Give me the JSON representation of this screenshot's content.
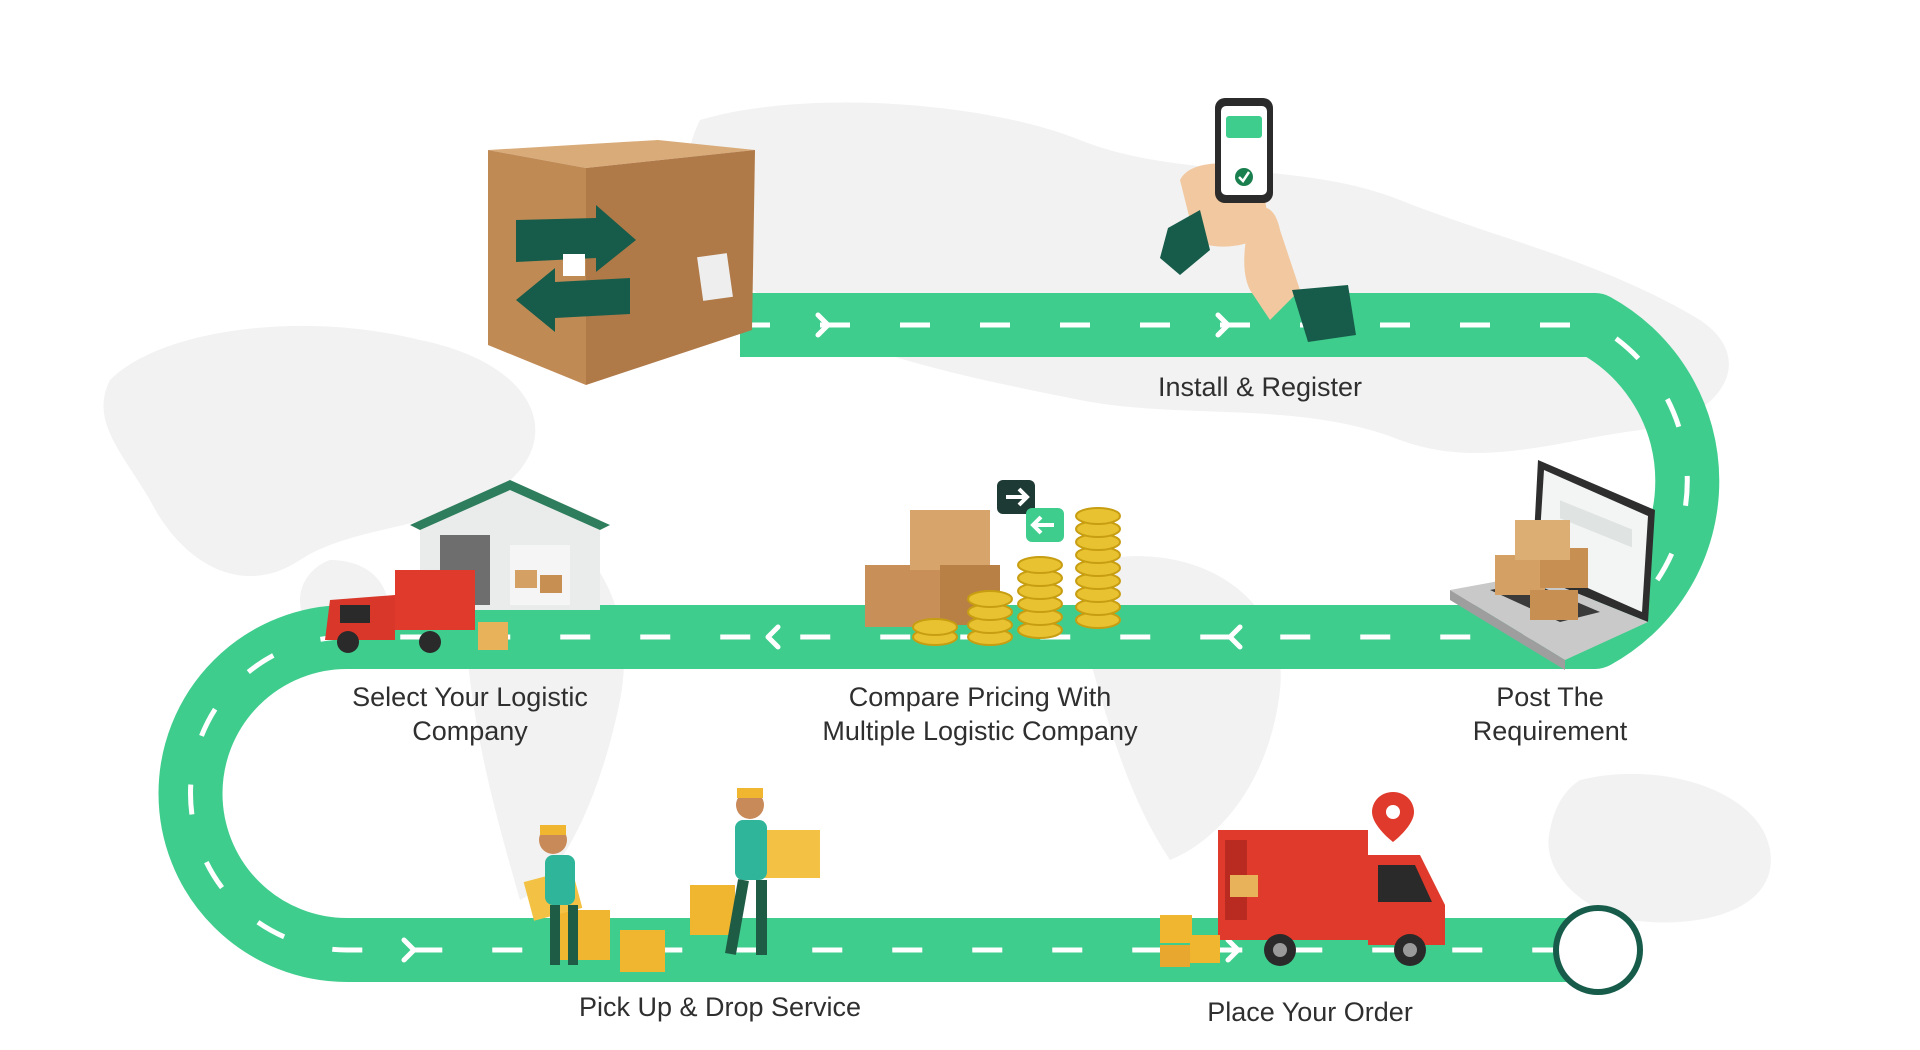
{
  "steps": [
    {
      "id": "install",
      "lines": [
        "Install & Register"
      ]
    },
    {
      "id": "post",
      "lines": [
        "Post The",
        "Requirement"
      ]
    },
    {
      "id": "compare",
      "lines": [
        "Compare Pricing With",
        "Multiple Logistic Company"
      ]
    },
    {
      "id": "select",
      "lines": [
        "Select Your Logistic",
        "Company"
      ]
    },
    {
      "id": "pickup",
      "lines": [
        "Pick Up & Drop Service"
      ]
    },
    {
      "id": "order",
      "lines": [
        "Place Your Order"
      ]
    }
  ],
  "colors": {
    "road": "#3fcd8d",
    "road_mark": "#ffffff",
    "dark_green": "#175c4a",
    "truck_red": "#e03a2c",
    "box_brown": "#c9955f",
    "coin": "#e8c230"
  },
  "icons": [
    "parcel-box-icon",
    "phone-register-icon",
    "laptop-boxes-icon",
    "coins-boxes-icon",
    "warehouse-truck-icon",
    "delivery-workers-icon",
    "red-truck-icon",
    "end-circle-icon"
  ]
}
